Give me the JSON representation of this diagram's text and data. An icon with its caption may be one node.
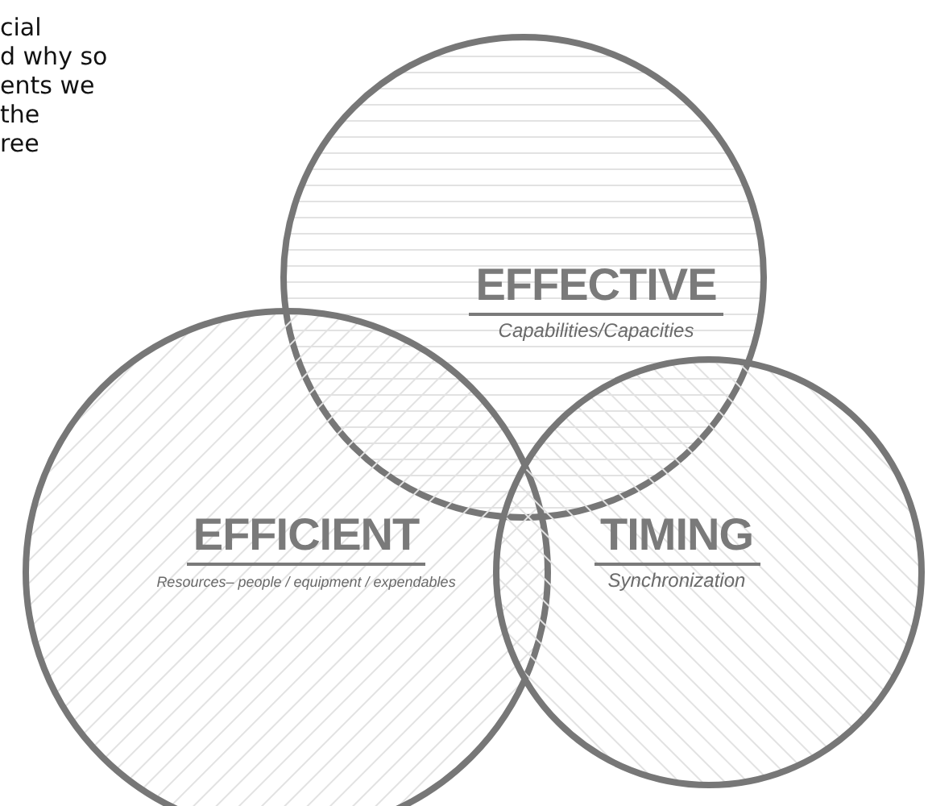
{
  "diagram": {
    "nodes": [
      {
        "text": [
          "EFFECTIVE",
          "Capabilities/Capacities"
        ]
      },
      {
        "text": [
          "EFFICIENT",
          "Resources– people / equipment / expendables"
        ]
      },
      {
        "text": [
          "TIMING",
          "Synchronization"
        ]
      }
    ],
    "edges": [],
    "labels": [
      "cial",
      "d why so",
      "ents we",
      "the",
      "ree"
    ]
  }
}
